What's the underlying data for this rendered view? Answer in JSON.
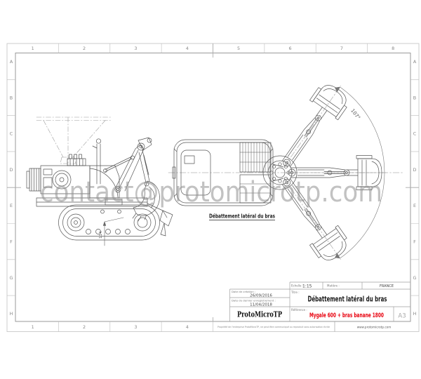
{
  "frame": {
    "columns": [
      "1",
      "2",
      "3",
      "4",
      "5",
      "6",
      "7",
      "8"
    ],
    "rows": [
      "A",
      "B",
      "C",
      "D",
      "E",
      "F",
      "G",
      "H"
    ]
  },
  "watermark": {
    "text": "contact@protomicrotp.com",
    "color": "#8f8f8f"
  },
  "drawing": {
    "caption": "Débattement latéral du bras",
    "angle_label": "107°",
    "dimension_label": "114"
  },
  "title_block": {
    "scale_label": "Echelle :",
    "scale_value": "1:15",
    "material_label": "Matière :",
    "country": "FRANCE",
    "title_label": "Titre :",
    "title": "Débattement latéral du bras",
    "created_label": "Date de création :",
    "created_value": "26/09/2016",
    "modified_label": "Date du dernier enregistrement :",
    "modified_value": "11/04/2018",
    "company": "ProtoMicroTP",
    "reference_label": "Référence :",
    "reference_value": "Mygale 600 + bras banane 1800",
    "reference_color": "#e8000d",
    "sheet_format": "A3",
    "legal_notice": "Propriété de l'entreprise ProtoMicroTP, ne peut être communiqué ou reproduit sans autorisation écrite",
    "website": "www.protomicrotp.com"
  }
}
